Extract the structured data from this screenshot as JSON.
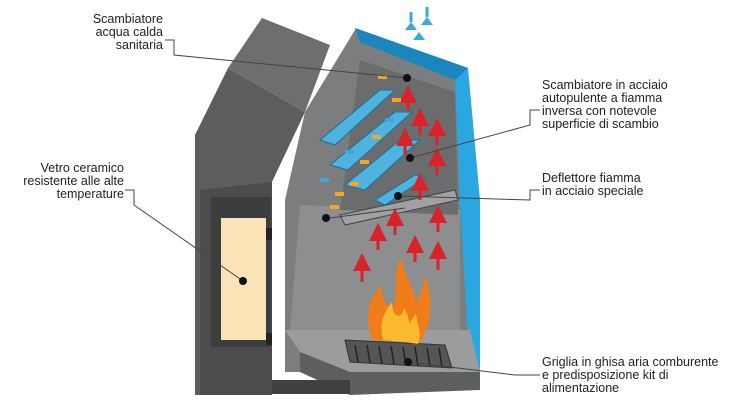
{
  "labels": {
    "exchanger_water": "Scambiatore\nacqua calda\nsanitaria",
    "ceramic_glass": "Vetro ceramico\nresistente alle alte\ntemperature",
    "steel_exchanger": "Scambiatore in acciaio\nautopulente a fiamma\ninversa con notevole\nsuperficie di scambio",
    "flame_deflector": "Deflettore fiamma\nin acciaio speciale",
    "cast_iron_grate": "Griglia in ghisa aria comburente\ne predisposizione kit di\nalimentazione"
  },
  "colors": {
    "body_dark": "#555759",
    "body_mid": "#6e7072",
    "interior": "#8a8c8e",
    "water_jacket": "#2aa7e0",
    "hot_arrow": "#d8232a",
    "cold_arrow": "#3ba9e0",
    "warm_arrow": "#f5a623",
    "flame_orange": "#f07d1a",
    "flame_yellow": "#fbb92d",
    "glass": "#fbe3b8",
    "leader": "#444444"
  }
}
